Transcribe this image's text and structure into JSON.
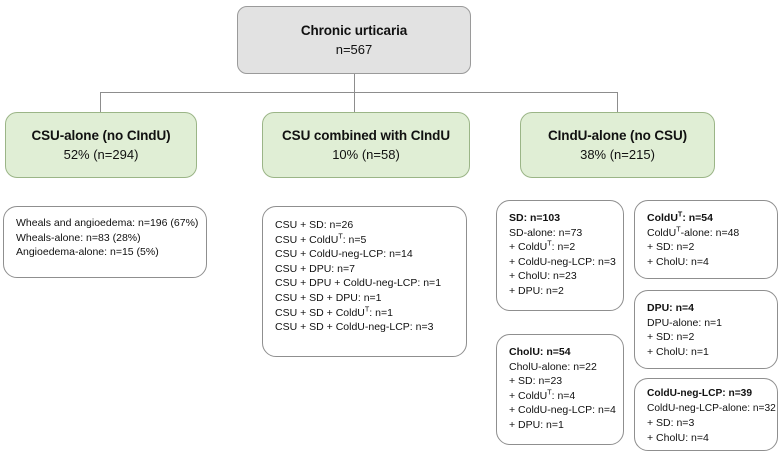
{
  "diagram": {
    "root": {
      "title": "Chronic urticaria",
      "count": "n=567"
    },
    "branches": [
      {
        "title": "CSU-alone (no CIndU)",
        "stats": "52% (n=294)"
      },
      {
        "title": "CSU combined with CIndU",
        "stats": "10% (n=58)"
      },
      {
        "title": "CIndU-alone (no CSU)",
        "stats": "38% (n=215)"
      }
    ],
    "details": {
      "csu_alone": [
        "Wheals and angioedema: n=196 (67%)",
        "Wheals-alone: n=83 (28%)",
        "Angioedema-alone: n=15 (5%)"
      ],
      "csu_combined": [
        "CSU + SD: n=26",
        "CSU + ColdUᵀ: n=5",
        "CSU + ColdU-neg-LCP: n=14",
        "CSU + DPU: n=7",
        "CSU + DPU + ColdU-neg-LCP: n=1",
        "CSU + SD + DPU: n=1",
        "CSU + SD + ColdUᵀ: n=1",
        "CSU + SD + ColdU-neg-LCP: n=3"
      ],
      "sd": {
        "header": "SD: n=103",
        "lines": [
          "SD-alone: n=73",
          "+ ColdUᵀ: n=2",
          "+ ColdU-neg-LCP: n=3",
          "+ CholU: n=23",
          "+ DPU: n=2"
        ]
      },
      "cholu": {
        "header": "CholU: n=54",
        "lines": [
          "CholU-alone: n=22",
          "+ SD: n=23",
          "+ ColdUᵀ: n=4",
          "+ ColdU-neg-LCP: n=4",
          "+ DPU: n=1"
        ]
      },
      "coldu": {
        "header": "ColdUᵀ: n=54",
        "lines": [
          "ColdUᵀ-alone: n=48",
          "+ SD: n=2",
          "+ CholU: n=4"
        ]
      },
      "dpu": {
        "header": "DPU: n=4",
        "lines": [
          "DPU-alone: n=1",
          "+ SD: n=2",
          "+ CholU: n=1"
        ]
      },
      "coldu_neg_lcp": {
        "header": "ColdU-neg-LCP: n=39",
        "lines": [
          "ColdU-neg-LCP-alone: n=32",
          "+ SD: n=3",
          "+ CholU: n=4"
        ]
      }
    },
    "colors": {
      "root_fill": "#e2e2e2",
      "branch_fill": "#e0eed5",
      "branch_border": "#9bb587",
      "box_border": "#8f8f8f",
      "connector": "#8d8d8d"
    }
  }
}
